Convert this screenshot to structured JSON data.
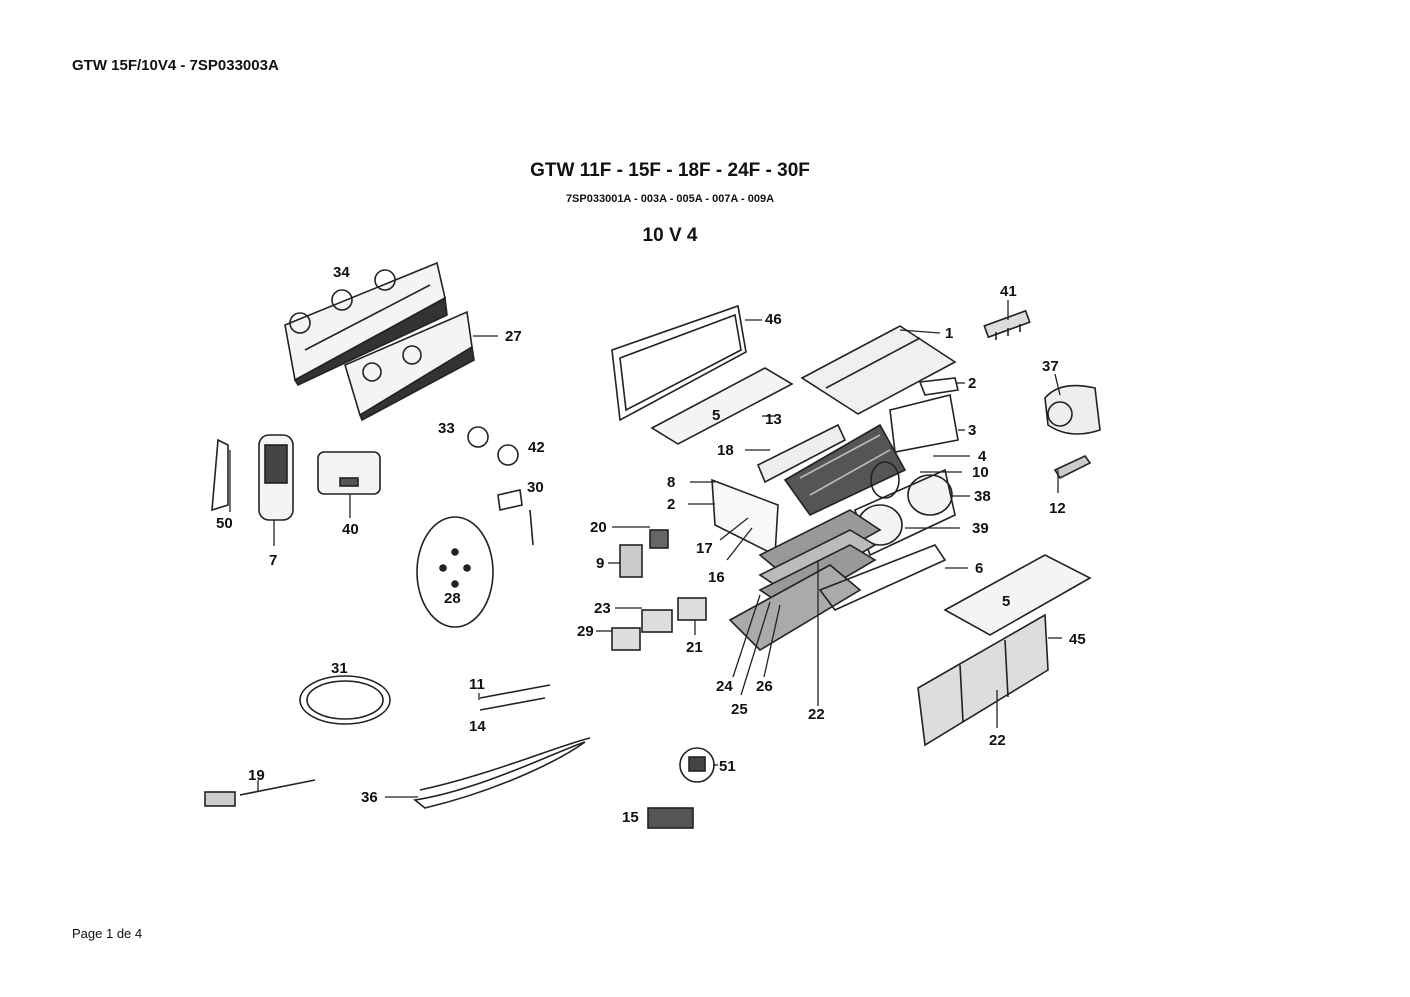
{
  "header": "GTW 15F/10V4 - 7SP033003A",
  "diagram": {
    "title": "GTW 11F - 15F - 18F - 24F - 30F",
    "codes": "7SP033001A - 003A - 005A - 007A - 009A",
    "variant": "10 V 4",
    "part_labels": {
      "p34": "34",
      "p27": "27",
      "p46": "46",
      "p1": "1",
      "p41": "41",
      "p2a": "2",
      "p37": "37",
      "p3": "3",
      "p5a": "5",
      "p13": "13",
      "p33": "33",
      "p42": "42",
      "p18": "18",
      "p4": "4",
      "p10": "10",
      "p38": "38",
      "p12": "12",
      "p8": "8",
      "p2b": "2",
      "p30": "30",
      "p50": "50",
      "p40": "40",
      "p7": "7",
      "p20": "20",
      "p17": "17",
      "p39": "39",
      "p16": "16",
      "p9": "9",
      "p6": "6",
      "p28": "28",
      "p5b": "5",
      "p23": "23",
      "p45": "45",
      "p29": "29",
      "p21": "21",
      "p24": "24",
      "p26": "26",
      "p25": "25",
      "p22a": "22",
      "p22b": "22",
      "p31": "31",
      "p11": "11",
      "p14": "14",
      "p51": "51",
      "p19": "19",
      "p36": "36",
      "p15": "15"
    }
  },
  "footer": "Page 1 de 4"
}
